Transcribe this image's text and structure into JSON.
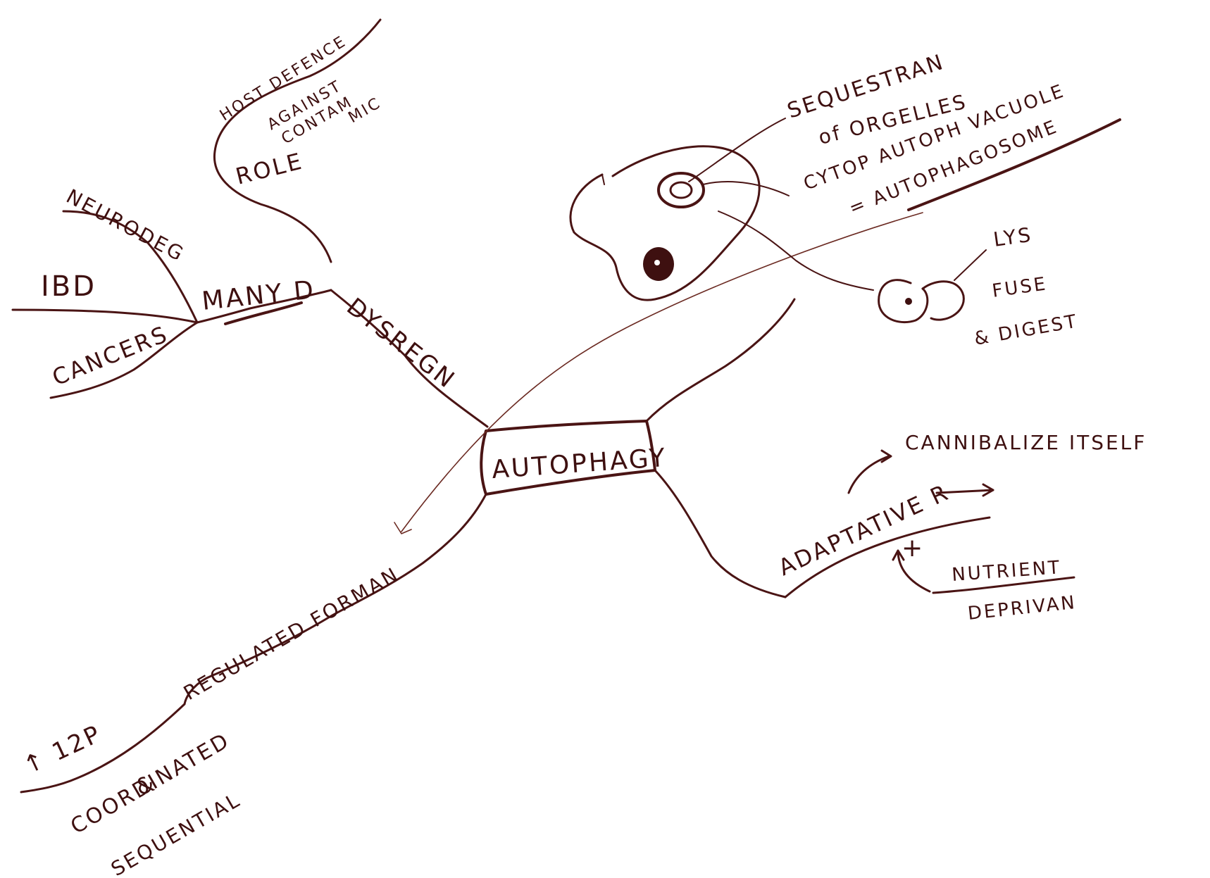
{
  "center": {
    "label": "AUTOPHAGY"
  },
  "branches": {
    "dysregn": {
      "label": "DYSREGN"
    },
    "manyd": {
      "label": "MANY D",
      "children": [
        "NEURODEG",
        "IBD",
        "CANCERS"
      ]
    },
    "role": {
      "label": "ROLE",
      "detail": [
        "HOST DEFENCE",
        "AGAINST",
        "CONTAM",
        "MIC"
      ]
    },
    "regulated": {
      "label": "REGULATED FORMAN",
      "children": [
        "↑ 12P",
        "COORDINATED",
        "&",
        "SEQUENTIAL"
      ]
    },
    "adaptive": {
      "label": "ADAPTATIVE R",
      "children": [
        "CANNIBALIZE ITSELF",
        "NUTRIENT",
        "DEPRIVAN",
        "+"
      ]
    },
    "mechanism": {
      "lines": [
        "SEQUESTRAN",
        "of ORGELLES",
        "CYTOP AUTOPH VACUOLE",
        "= AUTOPHAGOSOME",
        "LYS",
        "FUSE",
        "& DIGEST"
      ]
    }
  },
  "colors": {
    "ink": "#4a1414",
    "paper": "#ffffff"
  }
}
